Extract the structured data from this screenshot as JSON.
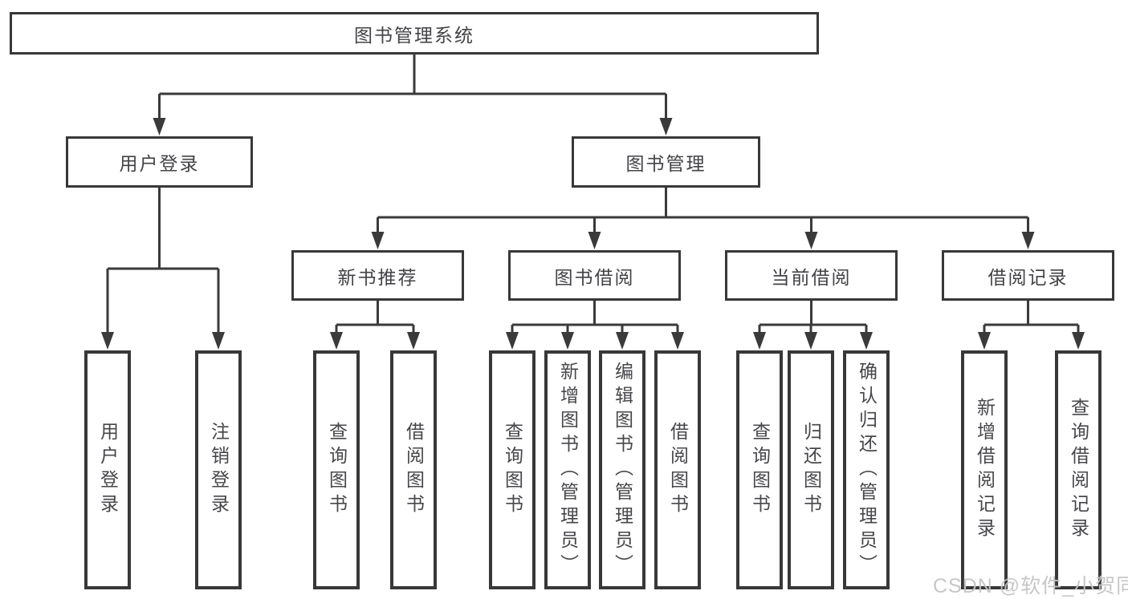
{
  "diagram": {
    "tree": {
      "root": {
        "label": "图书管理系统"
      },
      "user_login": {
        "label": "用户登录",
        "children": [
          {
            "label": "用户登录"
          },
          {
            "label": "注销登录"
          }
        ]
      },
      "book_mgmt": {
        "label": "图书管理",
        "new_book": {
          "label": "新书推荐",
          "children": [
            {
              "label": "查询图书"
            },
            {
              "label": "借阅图书"
            }
          ]
        },
        "book_borrow": {
          "label": "图书借阅",
          "children": [
            {
              "label": "查询图书"
            },
            {
              "label": "新增图书（管理员）"
            },
            {
              "label": "编辑图书（管理员）"
            },
            {
              "label": "借阅图书"
            }
          ]
        },
        "current_borrow": {
          "label": "当前借阅",
          "children": [
            {
              "label": "查询图书"
            },
            {
              "label": "归还图书"
            },
            {
              "label": "确认归还（管理员）"
            }
          ]
        },
        "borrow_record": {
          "label": "借阅记录",
          "children": [
            {
              "label": "新增借阅记录"
            },
            {
              "label": "查询借阅记录"
            }
          ]
        }
      }
    },
    "watermark": {
      "text": "CSDN @软件_小贺同学"
    },
    "colors": {
      "line": "#3a3a3a",
      "box_border": "#383838",
      "text": "#434347",
      "watermark": "#c5c5c5",
      "background": "#ffffff"
    }
  }
}
